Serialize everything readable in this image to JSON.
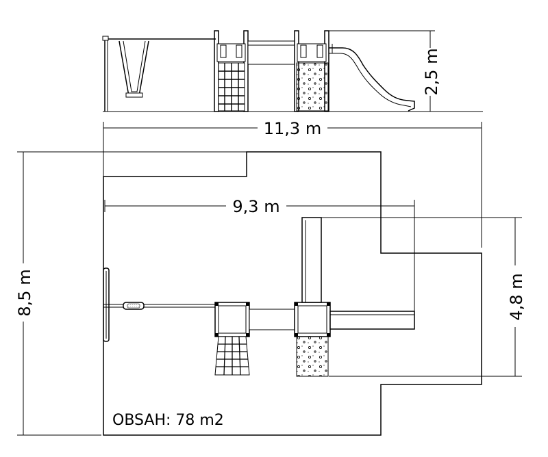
{
  "dimensions": {
    "height_elevation": "2,5 m",
    "overall_width": "11,3 m",
    "inner_width": "9,3 m",
    "overall_depth": "8,5 m",
    "inner_depth": "4,8 m"
  },
  "area_label": "OBSAH: 78 m2"
}
